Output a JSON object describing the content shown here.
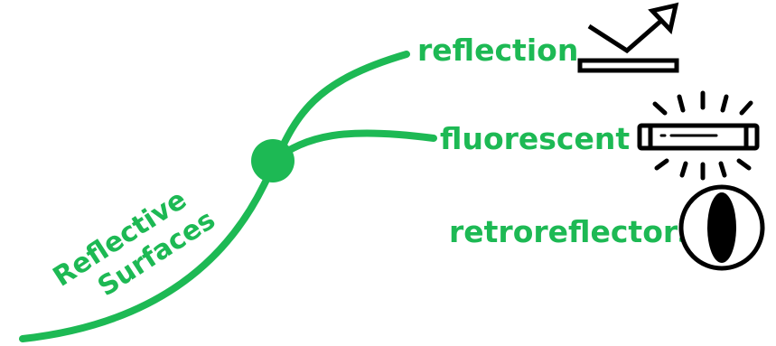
{
  "diagram": {
    "root": {
      "line1": "Reflective",
      "line2": "Surfaces"
    },
    "branches": [
      {
        "label": "reflection",
        "icon": "reflection-arrow-icon"
      },
      {
        "label": "fluorescent",
        "icon": "fluorescent-tube-icon"
      },
      {
        "label": "retroreflectors",
        "icon": "cat-eye-icon"
      }
    ],
    "colors": {
      "accent": "#1db954",
      "icon": "#000000",
      "background": "#ffffff"
    }
  }
}
